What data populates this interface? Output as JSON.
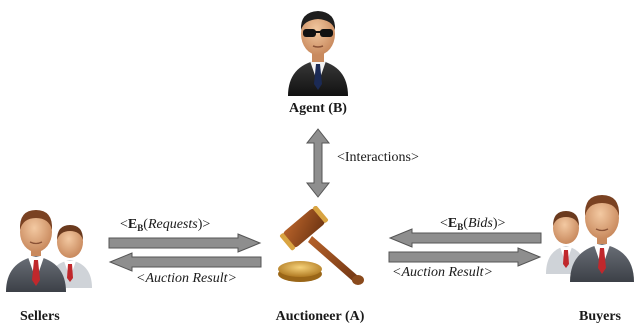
{
  "diagram": {
    "agent_label": "Agent (B)",
    "interactions_label": "<Interactions>",
    "auctioneer_label": "Auctioneer (A)",
    "sellers_label": "Sellers",
    "buyers_label": "Buyers",
    "requests_label": {
      "open": "<",
      "E": "E",
      "sub": "B",
      "arg": "Requests",
      "close": ">"
    },
    "bids_label": {
      "open": "<",
      "E": "E",
      "sub": "B",
      "arg": "Bids",
      "close": ">"
    },
    "auction_result_left": "<Auction Result>",
    "auction_result_right": "<Auction Result>"
  },
  "icons": {
    "agent": "agent-with-sunglasses-icon",
    "auctioneer": "gavel-icon",
    "sellers": "seller-group-icon",
    "buyers": "buyer-group-icon"
  },
  "colors": {
    "arrow_fill": "#8e8e8e",
    "arrow_stroke": "#555555",
    "suit_dark": "#2b2b2b",
    "tie_red": "#c0282c",
    "gavel_wood": "#8a4a1c",
    "gold": "#d9a441"
  }
}
